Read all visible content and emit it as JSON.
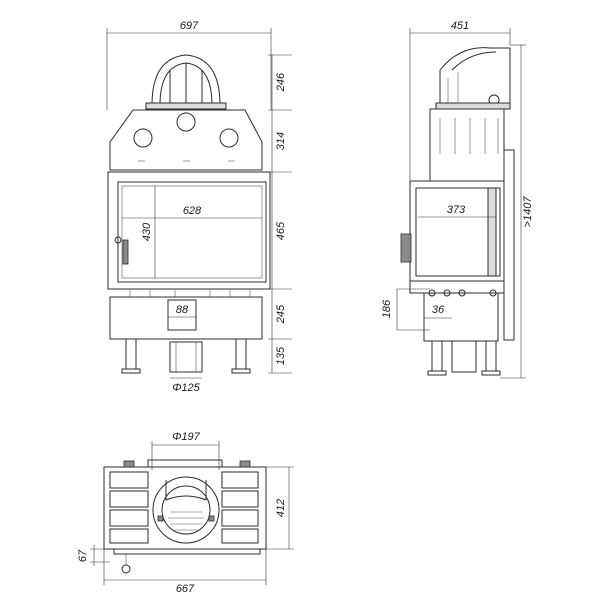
{
  "front_view": {
    "width": "697",
    "height_hood": "246",
    "height_top": "314",
    "height_door": "465",
    "height_base": "245",
    "height_legs": "135",
    "glass_width": "628",
    "glass_height": "430",
    "outlet_width": "88",
    "flue_diameter": "Φ125"
  },
  "side_view": {
    "depth": "451",
    "total_height": ">1407",
    "glass_width": "373",
    "air_inlet_height": "186",
    "air_inlet_offset": "36"
  },
  "top_view": {
    "flue_diameter": "Φ197",
    "depth": "412",
    "offset": "67",
    "width": "667"
  }
}
